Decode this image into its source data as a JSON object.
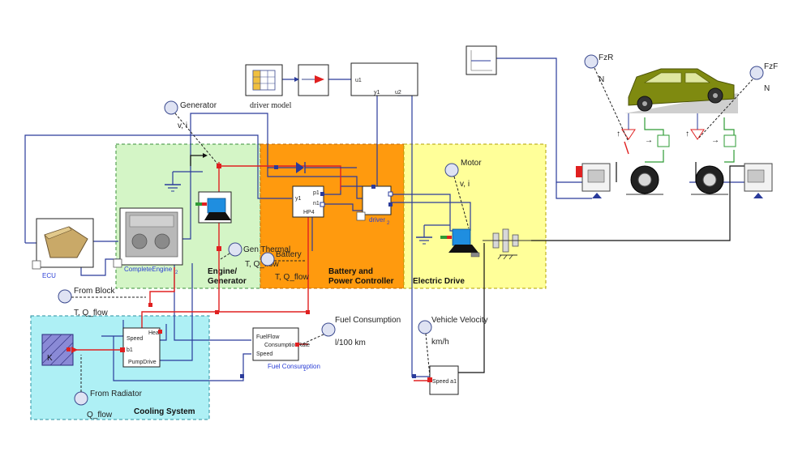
{
  "diagram": {
    "regions": {
      "engine": "Engine/\nGenerator",
      "battery": "Battery and\nPower Controller",
      "electric": "Electric Drive",
      "cooling": "Cooling System"
    },
    "blocks": {
      "driver_model": "driver model",
      "ecu": "ECU",
      "complete_engine": "CompleteEngine",
      "complete_engine_sub": "2",
      "driver2": "driver",
      "driver2_sub": "2",
      "fuel_consumption": "Fuel Consumption",
      "fuel_consumption_sub": "1",
      "speed_block": "Speed a1",
      "pump_speed": "Speed",
      "pump_b1": "b1",
      "pump_drive": "PumpDrive",
      "pump_heat": "Heat",
      "k_block": "K",
      "u1": "u1",
      "y1_top": "y1",
      "u2": "u2",
      "y1_bat": "y1",
      "p1": "p1",
      "n1": "n1",
      "hp4": "HP4",
      "fuel_flow": "FuelFlow",
      "consumption_rate": "ConsumptionRate",
      "fuel_speed_port": "Speed"
    },
    "sensors": {
      "generator": "Generator",
      "generator_vi": "v, i",
      "gen_thermal": "Gen Thermal",
      "gen_thermal_tq": "T, Q_flow",
      "battery": "Battery",
      "battery_tq": "T, Q_flow",
      "motor": "Motor",
      "motor_vi": "v, i",
      "from_block": "From Block",
      "from_block_tq": "T, Q_flow",
      "fuel_consumption": "Fuel Consumption",
      "fuel_unit": "l/100 km",
      "vehicle_velocity": "Vehicle Velocity",
      "velocity_unit": "km/h",
      "from_radiator": "From Radiator",
      "radiator_q": "Q_flow",
      "fzr": "FzR",
      "fzr_n": "N",
      "fzf": "FzF",
      "fzf_n": "N"
    },
    "colors": {
      "engine_region": "#d4f5c6",
      "battery_region": "#ff9a0e",
      "electric_region": "#ffff99",
      "cooling_region": "#aef0f5",
      "wire_blue": "#2a3b9b",
      "wire_red": "#e02020",
      "wire_green": "#2e9b35",
      "car_body": "#7f8a10"
    },
    "icons": [
      "engine-image",
      "ecu-module",
      "generator-motor",
      "electric-motor",
      "diode",
      "gearbox",
      "wheel",
      "brake",
      "ground",
      "car-on-slope",
      "table-source",
      "step-signal",
      "gain-block"
    ]
  }
}
